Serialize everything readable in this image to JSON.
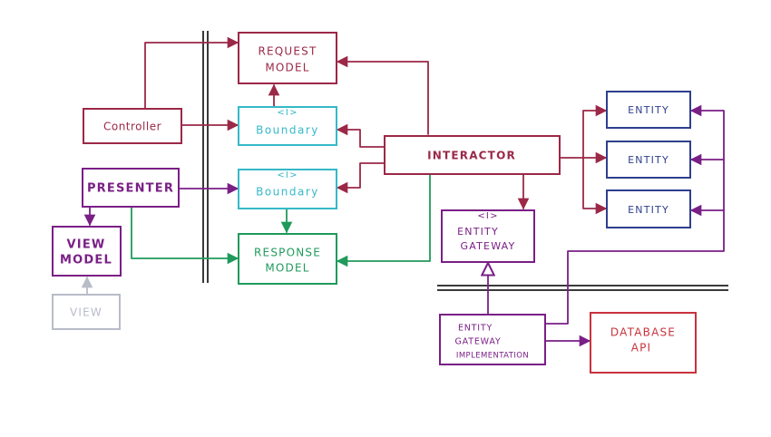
{
  "colors": {
    "maroon": "#9b2847",
    "cyan": "#35b9c8",
    "purple": "#7a1f86",
    "green": "#1f9a5b",
    "navy": "#2e3f8e",
    "red": "#c8323c",
    "gray": "#b8bcc8",
    "divider": "#3a3a3a"
  },
  "boxes": {
    "request_model": {
      "line1": "REQUEST",
      "line2": "MODEL"
    },
    "controller": {
      "label": "Controller"
    },
    "boundary_input": {
      "stereotype": "<I>",
      "label": "Boundary"
    },
    "boundary_output": {
      "stereotype": "<I>",
      "label": "Boundary"
    },
    "presenter": {
      "label": "PRESENTER"
    },
    "interactor": {
      "label": "INTERACTOR"
    },
    "response_model": {
      "line1": "RESPONSE",
      "line2": "MODEL"
    },
    "view_model": {
      "line1": "VIEW",
      "line2": "MODEL"
    },
    "view": {
      "label": "VIEW"
    },
    "entity_1": {
      "label": "ENTITY"
    },
    "entity_2": {
      "label": "ENTITY"
    },
    "entity_3": {
      "label": "ENTITY"
    },
    "entity_gateway": {
      "stereotype": "<I>",
      "line1": "ENTITY",
      "line2": "GATEWAY"
    },
    "entity_gateway_impl": {
      "line1": "ENTITY",
      "line2": "GATEWAY",
      "line3": "IMPLEMENTATION"
    },
    "database_api": {
      "line1": "DATABASE",
      "line2": "API"
    }
  }
}
